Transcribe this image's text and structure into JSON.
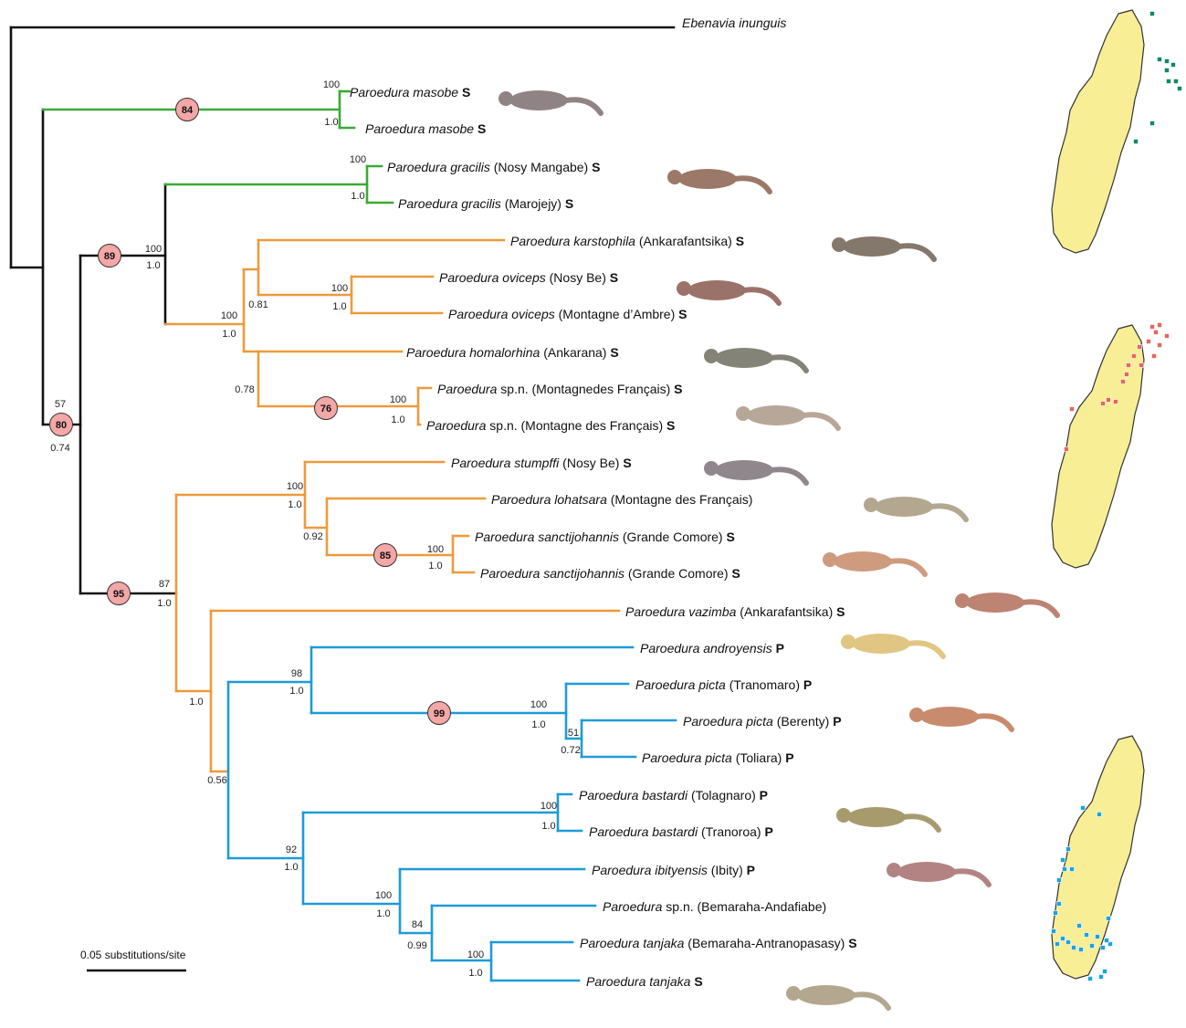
{
  "colors": {
    "black": "#111111",
    "green": "#3aaa35",
    "orange": "#ee9a3b",
    "blue": "#1e9bd7",
    "node_fill": "#f4a7a7",
    "map_fill": "#f7ee95",
    "map_green_points": "#0b8a5e",
    "map_red_points": "#e8665a",
    "map_blue_points": "#1aa3e0"
  },
  "tips": [
    {
      "genus": "Ebenavia inunguis",
      "loc": "",
      "state": ""
    },
    {
      "genus": "Paroedura masobe",
      "loc": "",
      "state": "S"
    },
    {
      "genus": "Paroedura masobe",
      "loc": "",
      "state": "S"
    },
    {
      "genus": "Paroedura gracilis",
      "loc": " (Nosy Mangabe)",
      "state": "S"
    },
    {
      "genus": "Paroedura gracilis",
      "loc": " (Marojejy)",
      "state": "S"
    },
    {
      "genus": "Paroedura karstophila",
      "loc": " (Ankarafantsika)",
      "state": "S"
    },
    {
      "genus": "Paroedura oviceps",
      "loc": " (Nosy Be)",
      "state": "S"
    },
    {
      "genus": "Paroedura oviceps",
      "loc": " (Montagne d’Ambre)",
      "state": "S"
    },
    {
      "genus": "Paroedura homalorhina",
      "loc": " (Ankarana)",
      "state": "S"
    },
    {
      "genus": "Paroedura",
      "loc": " sp.n. (Montagnedes Français)",
      "state": "S"
    },
    {
      "genus": "Paroedura",
      "loc": " sp.n. (Montagne des Français)",
      "state": "S"
    },
    {
      "genus": "Paroedura stumpffi",
      "loc": " (Nosy Be)",
      "state": "S"
    },
    {
      "genus": "Paroedura lohatsara",
      "loc": " (Montagne des Français)",
      "state": ""
    },
    {
      "genus": "Paroedura sanctijohannis",
      "loc": " (Grande Comore)",
      "state": "S"
    },
    {
      "genus": "Paroedura sanctijohannis",
      "loc": " (Grande Comore)",
      "state": "S"
    },
    {
      "genus": "Paroedura vazimba",
      "loc": " (Ankarafantsika)",
      "state": "S"
    },
    {
      "genus": "Paroedura androyensis",
      "loc": "",
      "state": "P"
    },
    {
      "genus": "Paroedura picta",
      "loc": " (Tranomaro)",
      "state": "P"
    },
    {
      "genus": "Paroedura picta",
      "loc": " (Berenty)",
      "state": "P"
    },
    {
      "genus": "Paroedura picta",
      "loc": " (Toliara)",
      "state": "P"
    },
    {
      "genus": "Paroedura bastardi",
      "loc": " (Tolagnaro)",
      "state": "P"
    },
    {
      "genus": "Paroedura bastardi",
      "loc": " (Tranoroa)",
      "state": "P"
    },
    {
      "genus": "Paroedura ibityensis",
      "loc": " (Ibity)",
      "state": "P"
    },
    {
      "genus": "Paroedura",
      "loc": " sp.n. (Bemaraha-Andafiabe)",
      "state": ""
    },
    {
      "genus": "Paroedura tanjaka",
      "loc": " (Bemaraha-Antranopasasy)",
      "state": "S"
    },
    {
      "genus": "Paroedura tanjaka",
      "loc": "",
      "state": "S"
    }
  ],
  "support": [
    {
      "top": "100",
      "bot": "1.0"
    },
    {
      "top": "100",
      "bot": "1.0"
    },
    {
      "top": "100",
      "bot": "1.0"
    },
    {
      "top": "",
      "bot": "0.81"
    },
    {
      "top": "100",
      "bot": "1.0"
    },
    {
      "top": "100",
      "bot": "1.0"
    },
    {
      "top": "",
      "bot": "0.78"
    },
    {
      "top": "100",
      "bot": "1.0"
    },
    {
      "top": "57",
      "bot": "0.74"
    },
    {
      "top": "100",
      "bot": "1.0"
    },
    {
      "top": "",
      "bot": "0.92"
    },
    {
      "top": "100",
      "bot": "1.0"
    },
    {
      "top": "87",
      "bot": "1.0"
    },
    {
      "top": "",
      "bot": "1.0"
    },
    {
      "top": "98",
      "bot": "1.0"
    },
    {
      "top": "100",
      "bot": "1.0"
    },
    {
      "top": "51",
      "bot": "0.72"
    },
    {
      "top": "",
      "bot": "0.56"
    },
    {
      "top": "92",
      "bot": "1.0"
    },
    {
      "top": "100",
      "bot": "1.0"
    },
    {
      "top": "100",
      "bot": "1.0"
    },
    {
      "top": "84",
      "bot": "0.99"
    },
    {
      "top": "100",
      "bot": "1.0"
    }
  ],
  "node_badges": [
    "84",
    "89",
    "80",
    "76",
    "85",
    "95",
    "99"
  ],
  "scale_bar": {
    "label": "0.05 substitutions/site"
  }
}
